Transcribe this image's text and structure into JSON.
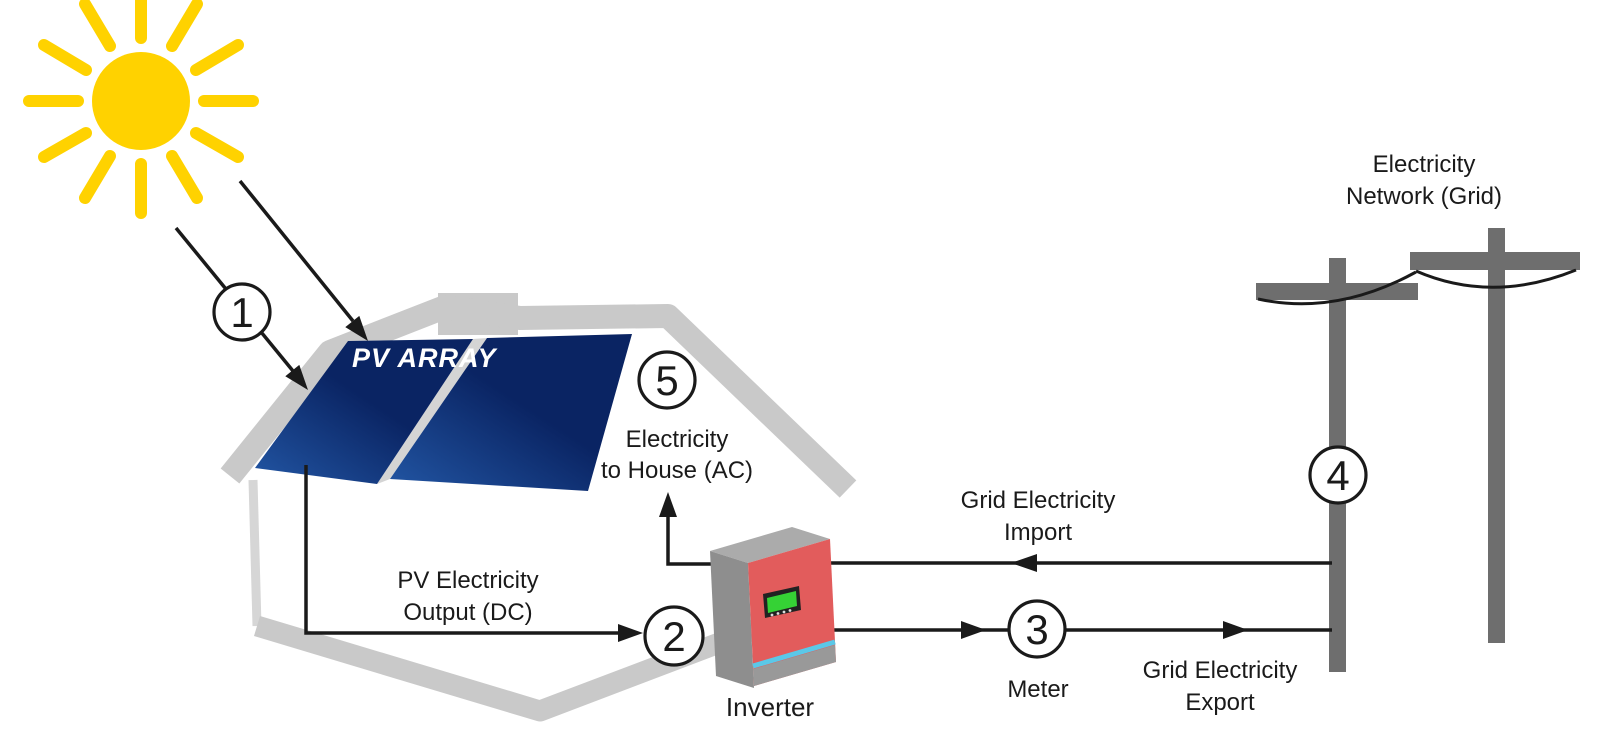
{
  "diagram": {
    "type": "solar-pv-system-flow",
    "labels": {
      "pv_array": "PV ARRAY",
      "pv_output_line1": "PV Electricity",
      "pv_output_line2": "Output (DC)",
      "to_house_line1": "Electricity",
      "to_house_line2": "to House (AC)",
      "grid_import_line1": "Grid Electricity",
      "grid_import_line2": "Import",
      "grid_export_line1": "Grid Electricity",
      "grid_export_line2": "Export",
      "grid_network_line1": "Electricity",
      "grid_network_line2": "Network (Grid)",
      "meter": "Meter",
      "inverter": "Inverter"
    },
    "step_markers": {
      "s1": "1",
      "s2": "2",
      "s3": "3",
      "s4": "4",
      "s5": "5"
    },
    "colors": {
      "sun": "#FFD200",
      "panel_dark": "#0A2463",
      "panel_light": "#2256A4",
      "panel_gap": "#D4D4D4",
      "roof_gray": "#C9C9C9",
      "wall_gray": "#D6D6D6",
      "pole_gray": "#6E6E6E",
      "line_black": "#1A1A1A",
      "inverter_red": "#E25C5C",
      "inverter_side": "#8E8E8E",
      "inverter_top": "#ABABAB",
      "inverter_base": "#999999",
      "display_green": "#35D235",
      "display_bezel": "#222222",
      "stripe_cyan": "#5BC8E8",
      "text": "#1A1A1A",
      "circle_fill": "#FFFFFF"
    }
  }
}
